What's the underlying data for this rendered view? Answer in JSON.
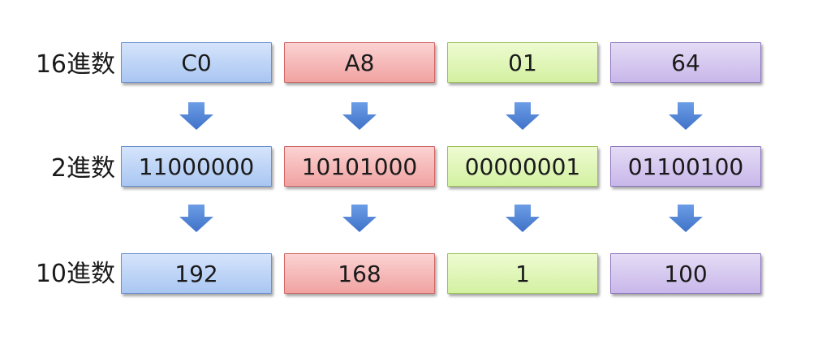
{
  "rows": [
    {
      "label": "16進数",
      "cells": [
        "C0",
        "A8",
        "01",
        "64"
      ]
    },
    {
      "label": "2進数",
      "cells": [
        "11000000",
        "10101000",
        "00000001",
        "01100100"
      ]
    },
    {
      "label": "10進数",
      "cells": [
        "192",
        "168",
        "1",
        "100"
      ]
    }
  ],
  "colors": {
    "blue": "#a9c6f2",
    "red": "#f0a3a1",
    "green": "#d3f1a1",
    "purple": "#c8b7ea",
    "arrow": "#4a7fd4"
  },
  "icons": {
    "arrow": "down-arrow-icon"
  }
}
